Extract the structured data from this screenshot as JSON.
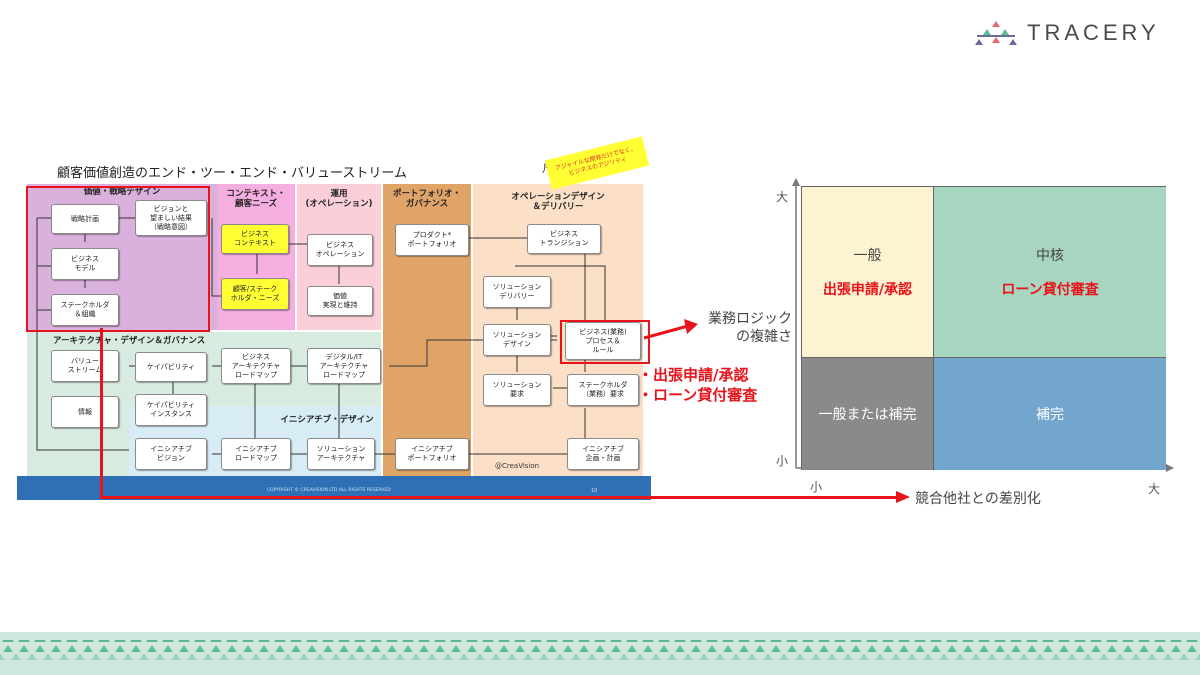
{
  "brand": {
    "logo_text": "TRACERY",
    "accent": "#e8131b",
    "band_colors": [
      "#cfe7dc",
      "#5fb896",
      "#b9ddd0"
    ]
  },
  "diagram": {
    "title": "顧客価値創造のエンド・ツー・エンド・バリューストリーム",
    "legend_label": "凡例",
    "sticky_note": "アジャイルな開発だけでなく、\nビジネスのアジリティ",
    "credit": "@CreaVision",
    "copyright": "COPYRIGHT © CREAVISION LTD ALL RIGHTS RESERVED",
    "page_number": "10",
    "regions": {
      "strategy": "価値・戦略デザイン",
      "context": "コンテキスト・\n顧客ニーズ",
      "operation": "運用\n(オペレーション)",
      "portfolio": "ポートフォリオ・\nガバナンス",
      "opdesign": "オペレーションデザイン\n＆デリバリー",
      "architecture": "アーキテクチャ・デザイン＆ガバナンス",
      "initiative": "イニシアチブ・デザイン"
    },
    "boxes": {
      "strategy_plan": "戦略計画",
      "vision": "ビジョンと\n望ましい結果\n（戦略意図）",
      "business_model": "ビジネス\nモデル",
      "stakeholder_org": "ステークホルダ\n＆組織",
      "business_context": "ビジネス\nコンテキスト",
      "customer_needs": "顧客/ステーク\nホルダ・ニーズ",
      "business_operation": "ビジネス\nオペレーション",
      "value_realization": "価値\n実現と維持",
      "product_portfolio": "プロダクト*\nポートフォリオ",
      "business_transition": "ビジネス\nトランジション",
      "solution_delivery": "ソリューション\nデリバリー",
      "solution_design": "ソリューション\nデザイン",
      "business_process": "ビジネス(業務)\nプロセス＆\nルール",
      "solution_req": "ソリューション\n要求",
      "stakeholder_req": "ステークホルダ\n（業務）要求",
      "initiative_plan": "イニシアチブ\n企画・計画",
      "initiative_portfolio": "イニシアチブ\nポートフォリオ",
      "value_stream": "バリュー\nストリーム",
      "information": "情報",
      "capability": "ケイパビリティ",
      "capability_instance": "ケイパビリティ\nインスタンス",
      "business_arch": "ビジネス\nアーキテクチャ\nロードマップ",
      "digital_arch": "デジタル/IT\nアーキテクチャ\nロードマップ",
      "initiative_vision": "イニシアチブ\nビジョン",
      "initiative_roadmap": "イニシアチブ\nロードマップ",
      "solution_arch": "ソリューション\nアーキテクチャ"
    },
    "annotation_items": [
      "・出張申請/承認",
      "・ローン貸付審査"
    ]
  },
  "matrix": {
    "y_axis_label": "業務ロジック\nの複雑さ",
    "x_axis_label": "競合他社との差別化",
    "y_high": "大",
    "y_low": "小",
    "x_low": "小",
    "x_high": "大",
    "quadrants": [
      {
        "label": "一般",
        "item": "出張申請/承認",
        "color": "#fbf3d2"
      },
      {
        "label": "中核",
        "item": "ローン貸付審査",
        "color": "#a7d5c0"
      },
      {
        "label": "一般または補完",
        "item": "",
        "color": "#8a8a8a"
      },
      {
        "label": "補完",
        "item": "",
        "color": "#72a6cc"
      }
    ]
  }
}
